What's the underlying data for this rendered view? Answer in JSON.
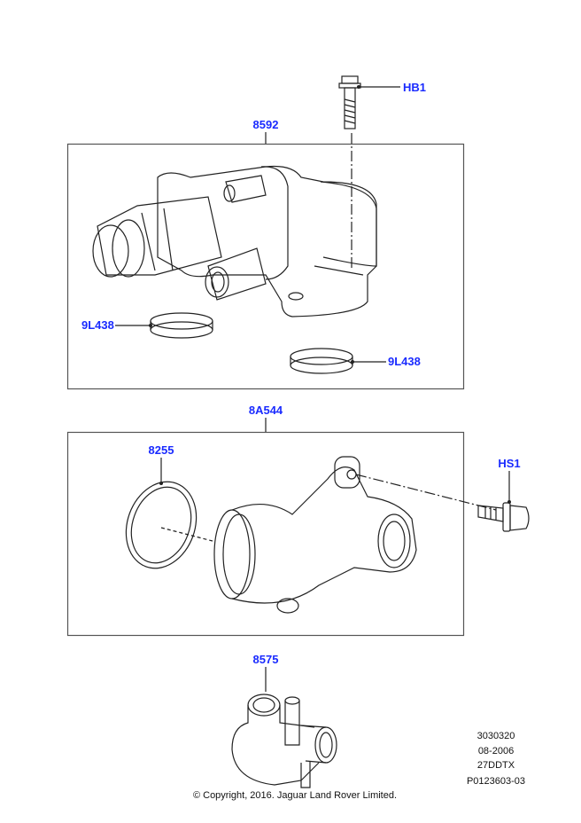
{
  "callouts": {
    "hb1": "HB1",
    "p8592": "8592",
    "ring_left": "9L438",
    "ring_right": "9L438",
    "p8a544": "8A544",
    "p8255": "8255",
    "hs1": "HS1",
    "p8575": "8575"
  },
  "meta": {
    "line1": "3030320",
    "line2": "08-2006",
    "line3": "27DDTX",
    "line4": "P0123603-03"
  },
  "copyright": "© Copyright, 2016. Jaguar Land Rover Limited.",
  "colors": {
    "callout": "#1a2bff",
    "line": "#222222"
  }
}
